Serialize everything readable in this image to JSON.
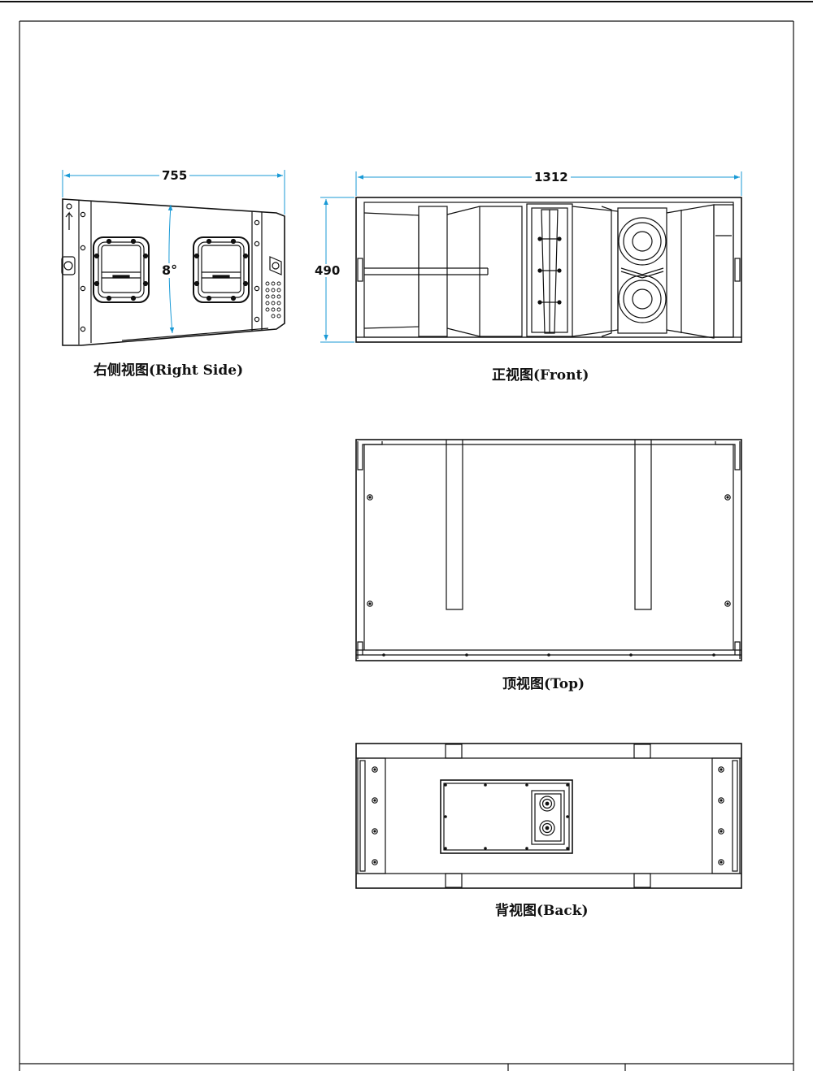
{
  "views": {
    "right_side": {
      "caption": "右侧视图(Right Side)",
      "width_dim": "755",
      "angle": "8°"
    },
    "front": {
      "caption": "正视图(Front)",
      "width_dim": "1312",
      "height_dim": "490"
    },
    "top": {
      "caption": "顶视图(Top)"
    },
    "back": {
      "caption": "背视图(Back)"
    }
  },
  "colors": {
    "line": "#111111",
    "dimension": "#1a9ad6",
    "paper": "#ffffff"
  }
}
